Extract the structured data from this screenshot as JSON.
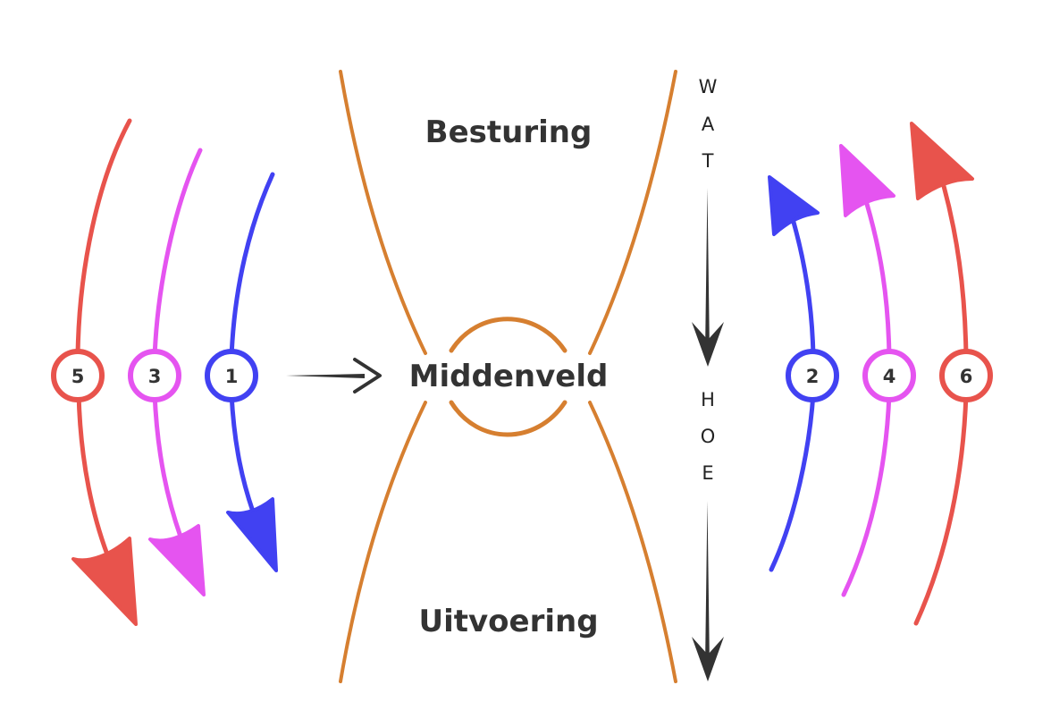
{
  "colors": {
    "red": "#E8534C",
    "magenta": "#E554F0",
    "blue": "#4141F2",
    "orange": "#D67F30",
    "dark": "#333333"
  },
  "labels": {
    "top": "Besturing",
    "middle": "Middenveld",
    "bottom": "Uitvoering"
  },
  "vertical_axis": {
    "top_word": [
      "W",
      "A",
      "T"
    ],
    "bottom_word": [
      "H",
      "O",
      "E"
    ]
  },
  "left_arrows": [
    {
      "number": "5",
      "color": "red",
      "direction": "down"
    },
    {
      "number": "3",
      "color": "magenta",
      "direction": "down"
    },
    {
      "number": "1",
      "color": "blue",
      "direction": "down"
    }
  ],
  "right_arrows": [
    {
      "number": "2",
      "color": "blue",
      "direction": "up"
    },
    {
      "number": "4",
      "color": "magenta",
      "direction": "up"
    },
    {
      "number": "6",
      "color": "red",
      "direction": "up"
    }
  ]
}
